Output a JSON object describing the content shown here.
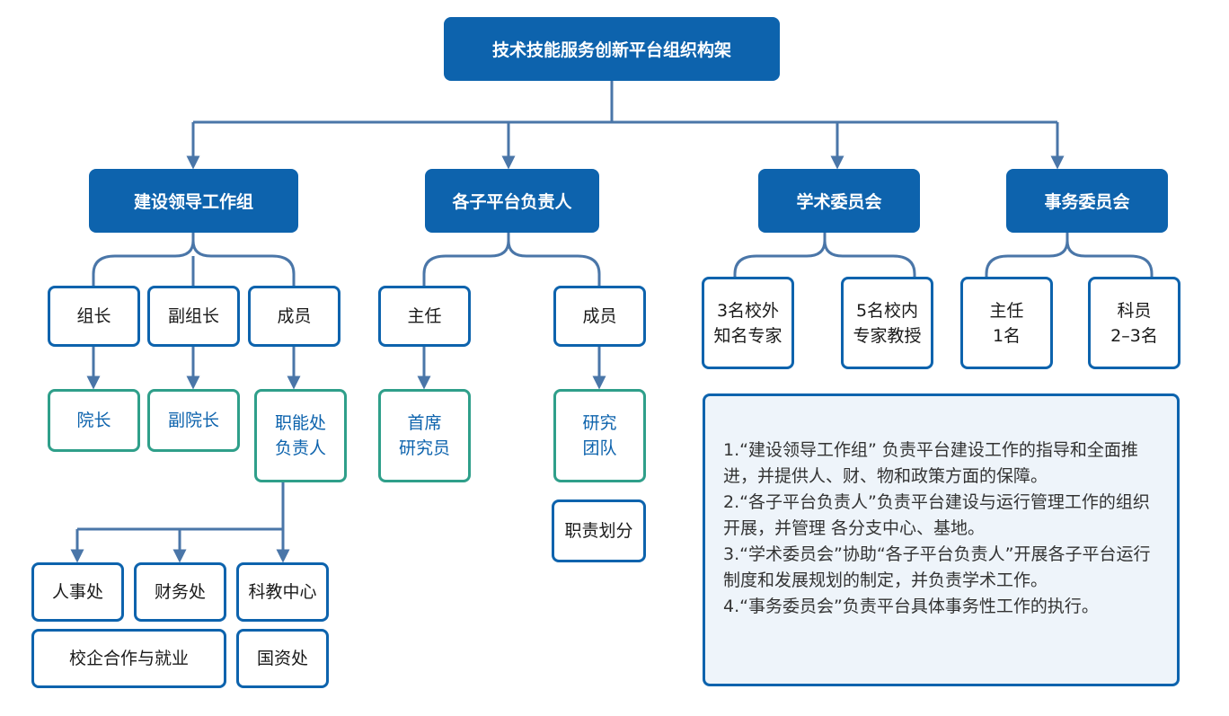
{
  "title": "技术技能服务创新平台组织构架",
  "groups": {
    "leading": "建设领导工作组",
    "sub_platform": "各子平台负责人",
    "academic": "学术委员会",
    "affairs": "事务委员会"
  },
  "leading": {
    "roles": [
      "组长",
      "副组长",
      "成员"
    ],
    "holders": [
      "院长",
      "副院长",
      "职能处\n负责人"
    ],
    "departments": [
      "人事处",
      "财务处",
      "科教中心",
      "校企合作与就业",
      "国资处"
    ]
  },
  "sub_platform": {
    "roles": [
      "主任",
      "成员"
    ],
    "holders": [
      "首席\n研究员",
      "研究\n团队"
    ],
    "duty": "职责划分"
  },
  "academic": {
    "members": [
      "3名校外\n知名专家",
      "5名校内\n专家教授"
    ]
  },
  "affairs": {
    "members": [
      "主任\n1名",
      "科员\n2–3名"
    ]
  },
  "notes": [
    "1.“建设领导工作组” 负责平台建设工作的指导和全面推进，并提供人、财、物和政策方面的保障。",
    "2.“各子平台负责人”负责平台建设与运行管理工作的组织开展，并管理 各分支中心、基地。",
    "3.“学术委员会”协助“各子平台负责人”开展各子平台运行制度和发展规划的制定，并负责学术工作。",
    "4.“事务委员会”负责平台具体事务性工作的执行。"
  ],
  "colors": {
    "primary": "#0d63ad",
    "connector": "#4a76a8",
    "teal_border": "#2f9f8a",
    "note_bg": "#eef4fa"
  }
}
